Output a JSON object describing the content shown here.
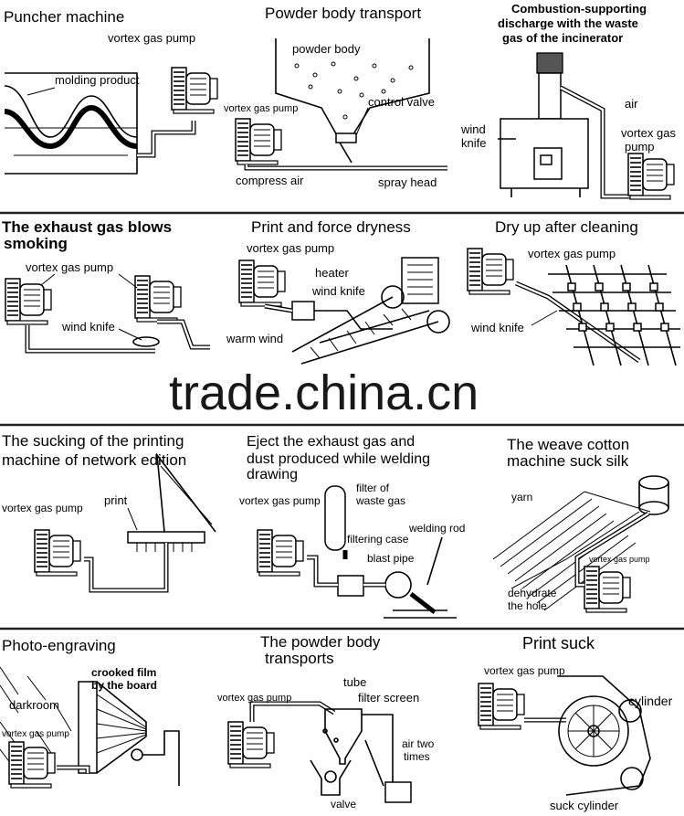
{
  "watermark": "trade.china.cn",
  "panels": [
    {
      "title": [
        "Puncher machine"
      ],
      "labels": [
        "vortex gas pump",
        "molding product"
      ]
    },
    {
      "title": [
        "Powder body transport"
      ],
      "labels": [
        "powder body",
        "vortex gas pump",
        "control valve",
        "compress air",
        "spray head"
      ]
    },
    {
      "title": [
        "Combustion-supporting",
        "discharge with the waste",
        "gas of the incinerator"
      ],
      "labels": [
        "air",
        "wind",
        "knife",
        "vortex gas",
        "pump"
      ]
    },
    {
      "title": [
        "The exhaust gas blows",
        "smoking"
      ],
      "labels": [
        "vortex gas pump",
        "wind knife"
      ]
    },
    {
      "title": [
        "Print and force dryness"
      ],
      "labels": [
        "vortex gas pump",
        "heater",
        "wind knife",
        "warm wind"
      ]
    },
    {
      "title": [
        "Dry up after cleaning"
      ],
      "labels": [
        "vortex gas pump",
        "wind knife"
      ]
    },
    {
      "title": [
        "The sucking of the printing",
        "machine of network edition"
      ],
      "labels": [
        "vortex gas pump",
        "print"
      ]
    },
    {
      "title": [
        "Eject the exhaust gas and",
        "dust produced while welding",
        "drawing"
      ],
      "labels": [
        "vortex gas pump",
        "filter of",
        "waste gas",
        "filtering case",
        "welding rod",
        "blast pipe"
      ]
    },
    {
      "title": [
        "The weave cotton",
        "machine suck silk"
      ],
      "labels": [
        "yarn",
        "vortex gas pump",
        "dehydrate",
        "the hole"
      ]
    },
    {
      "title": [
        "Photo-engraving"
      ],
      "labels": [
        "crooked film",
        "by the board",
        "darkroom",
        "vortex gas pump"
      ]
    },
    {
      "title": [
        "The powder body",
        "transports"
      ],
      "labels": [
        "tube",
        "vortex gas pump",
        "filter screen",
        "air two",
        "times",
        "valve"
      ]
    },
    {
      "title": [
        "Print suck"
      ],
      "labels": [
        "vortex gas pump",
        "cylinder",
        "suck cylinder"
      ]
    }
  ]
}
